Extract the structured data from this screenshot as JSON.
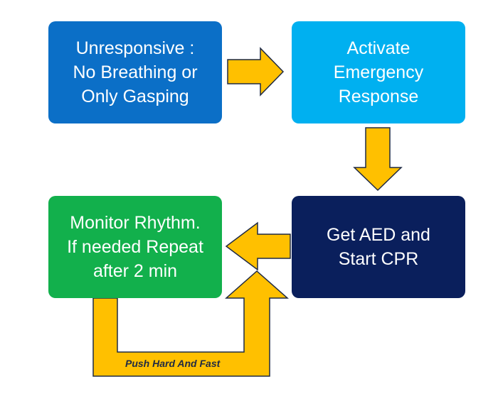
{
  "steps": [
    {
      "id": "unresponsive",
      "text": "Unresponsive :\nNo Breathing or\nOnly Gasping",
      "color": "#0b6fc7"
    },
    {
      "id": "activate",
      "text": "Activate\nEmergency\nResponse",
      "color": "#00b0f0"
    },
    {
      "id": "aed-cpr",
      "text": "Get AED and\nStart CPR",
      "color": "#0a1f5c"
    },
    {
      "id": "monitor",
      "text": "Monitor Rhythm.\nIf needed Repeat\nafter 2 min",
      "color": "#12b04c"
    }
  ],
  "loop_label": "Push Hard And Fast",
  "colors": {
    "arrow_fill": "#ffc000",
    "arrow_stroke": "#1f2a44"
  }
}
